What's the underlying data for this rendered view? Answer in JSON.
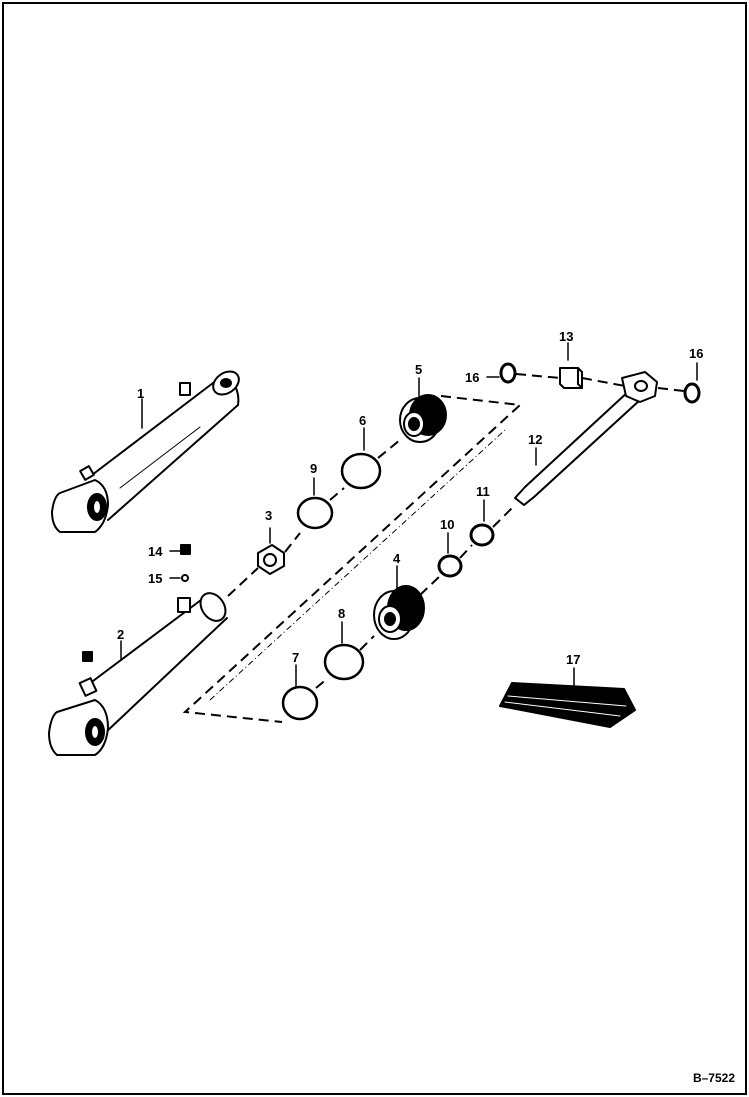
{
  "diagram": {
    "reference": "B–7522",
    "callouts": {
      "c1": "1",
      "c2": "2",
      "c3": "3",
      "c4": "4",
      "c5": "5",
      "c6": "6",
      "c7": "7",
      "c8": "8",
      "c9": "9",
      "c10": "10",
      "c11": "11",
      "c12": "12",
      "c13": "13",
      "c14": "14",
      "c15": "15",
      "c16a": "16",
      "c16b": "16",
      "c17": "17"
    },
    "colors": {
      "ink": "#000000",
      "paper": "#ffffff"
    }
  }
}
